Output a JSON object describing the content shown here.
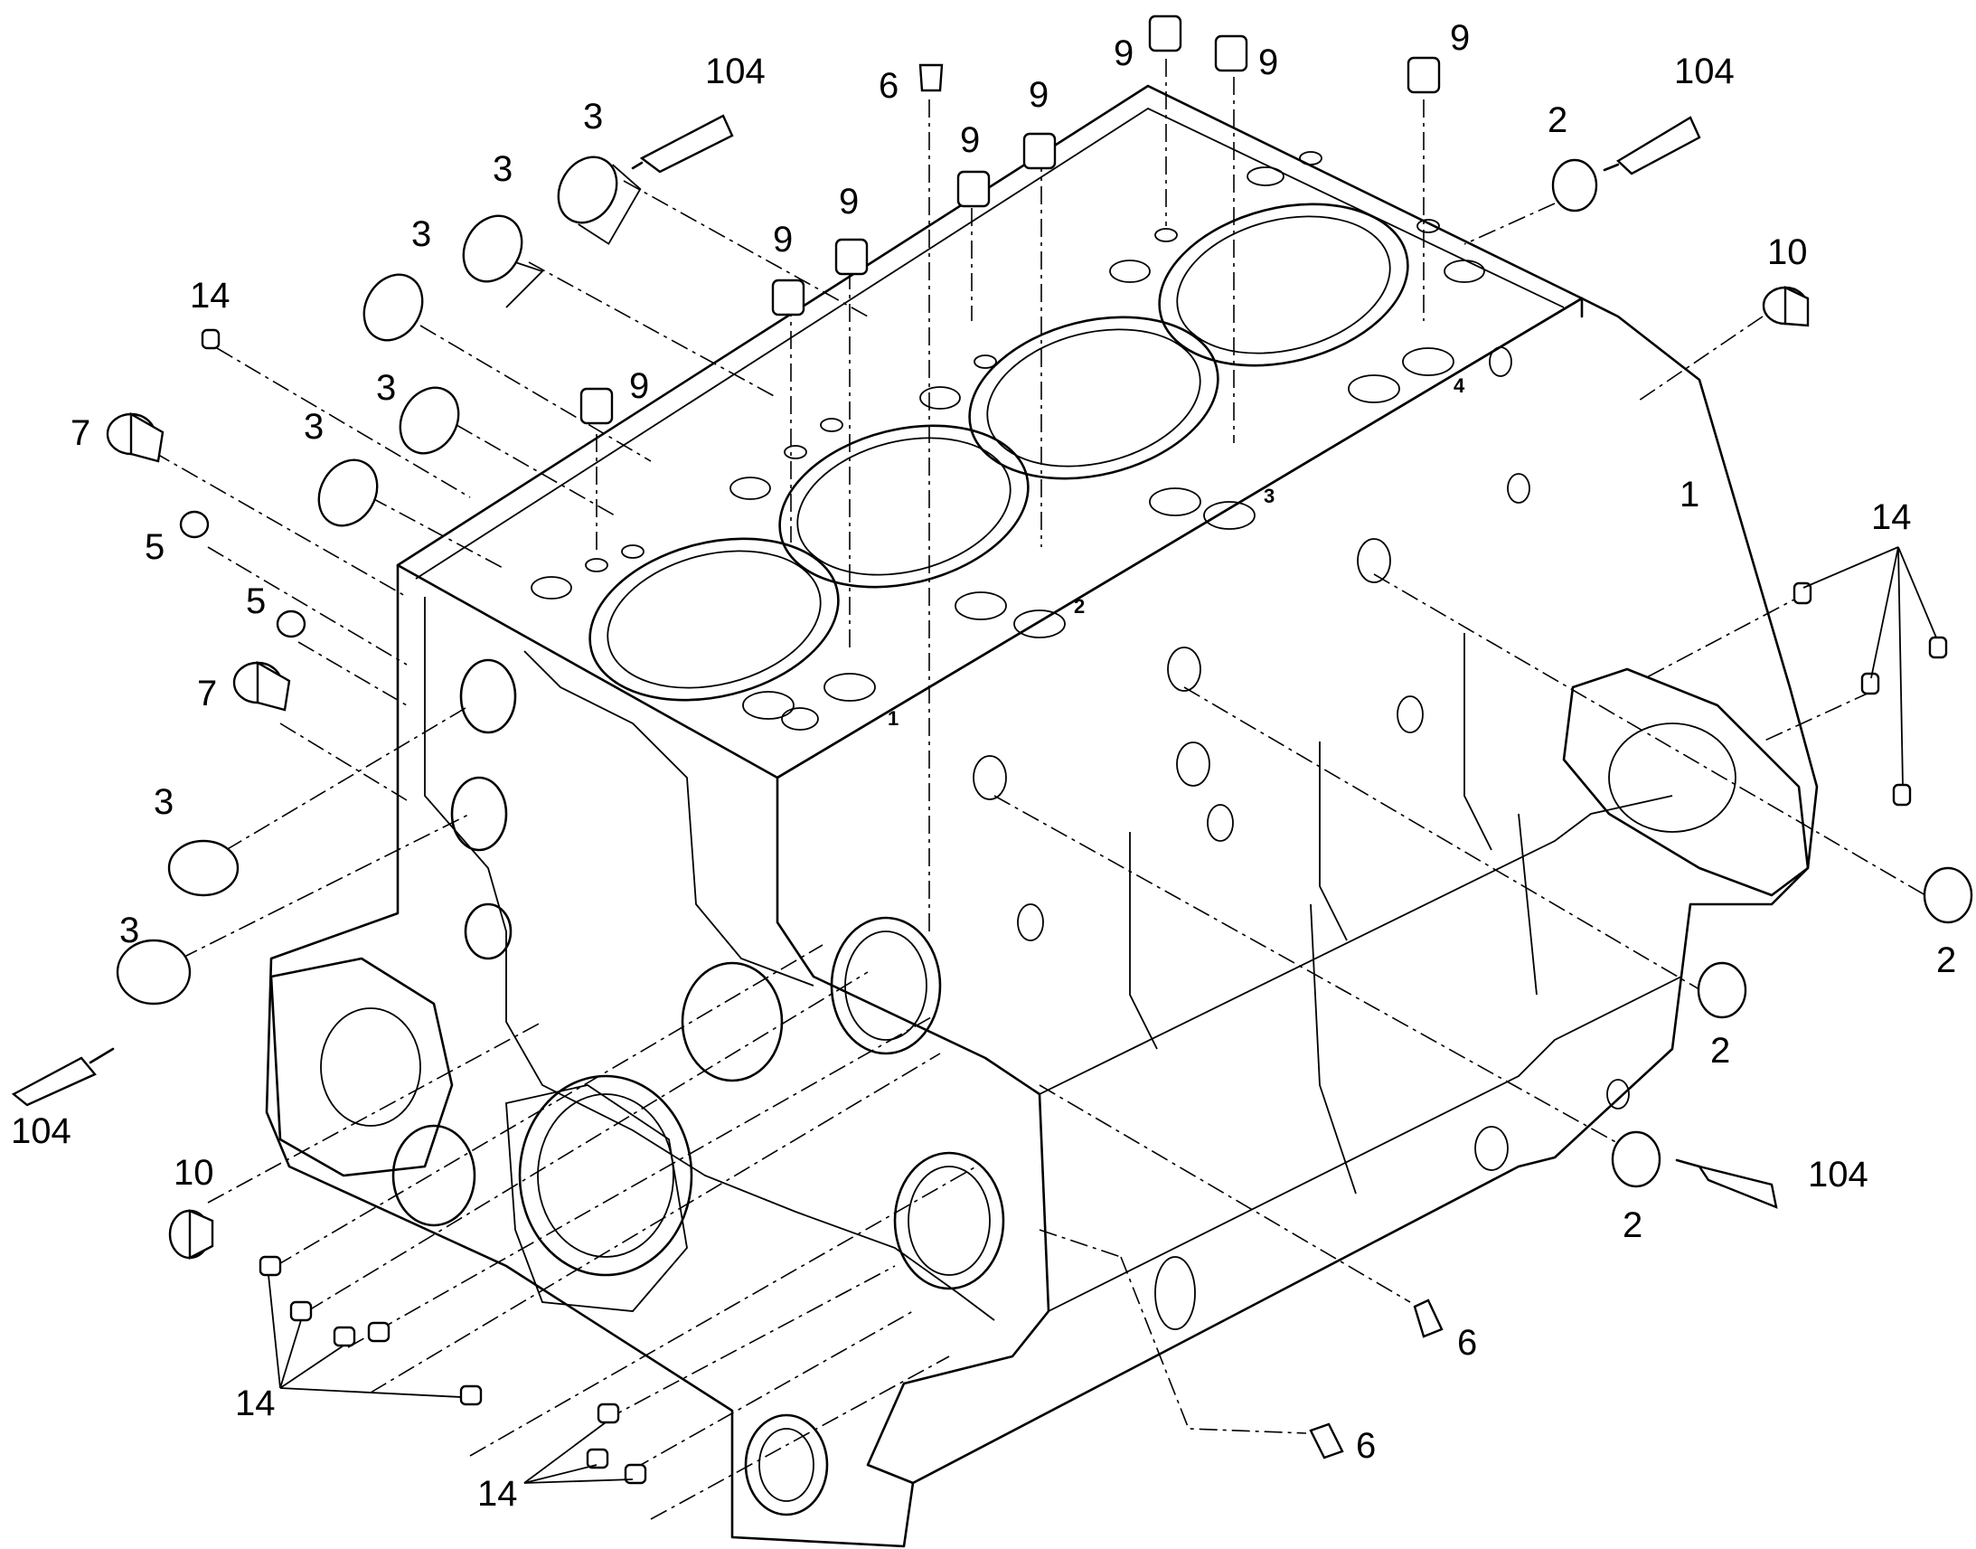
{
  "callouts": {
    "c104_top_left": "104",
    "c104_top_right": "104",
    "c104_left": "104",
    "c104_bottom_right": "104",
    "c3_a": "3",
    "c3_b": "3",
    "c3_c": "3",
    "c3_d": "3",
    "c3_e": "3",
    "c3_f": "3",
    "c14_topleft": "14",
    "c14_right": "14",
    "c14_bottom_a": "14",
    "c14_bottom_b": "14",
    "c7_a": "7",
    "c7_b": "7",
    "c5_a": "5",
    "c5_b": "5",
    "c6_top": "6",
    "c6_bottom_a": "6",
    "c6_bottom_b": "6",
    "c9_a": "9",
    "c9_b": "9",
    "c9_c": "9",
    "c9_d": "9",
    "c9_e": "9",
    "c9_f": "9",
    "c9_g": "9",
    "c9_h": "9",
    "c2_a": "2",
    "c2_b": "2",
    "c2_c": "2",
    "c2_d": "2",
    "c10_a": "10",
    "c10_b": "10",
    "c1": "1"
  },
  "block_markings": {
    "cyl1": "1",
    "cyl2": "2",
    "cyl3": "3",
    "cyl4": "4"
  }
}
